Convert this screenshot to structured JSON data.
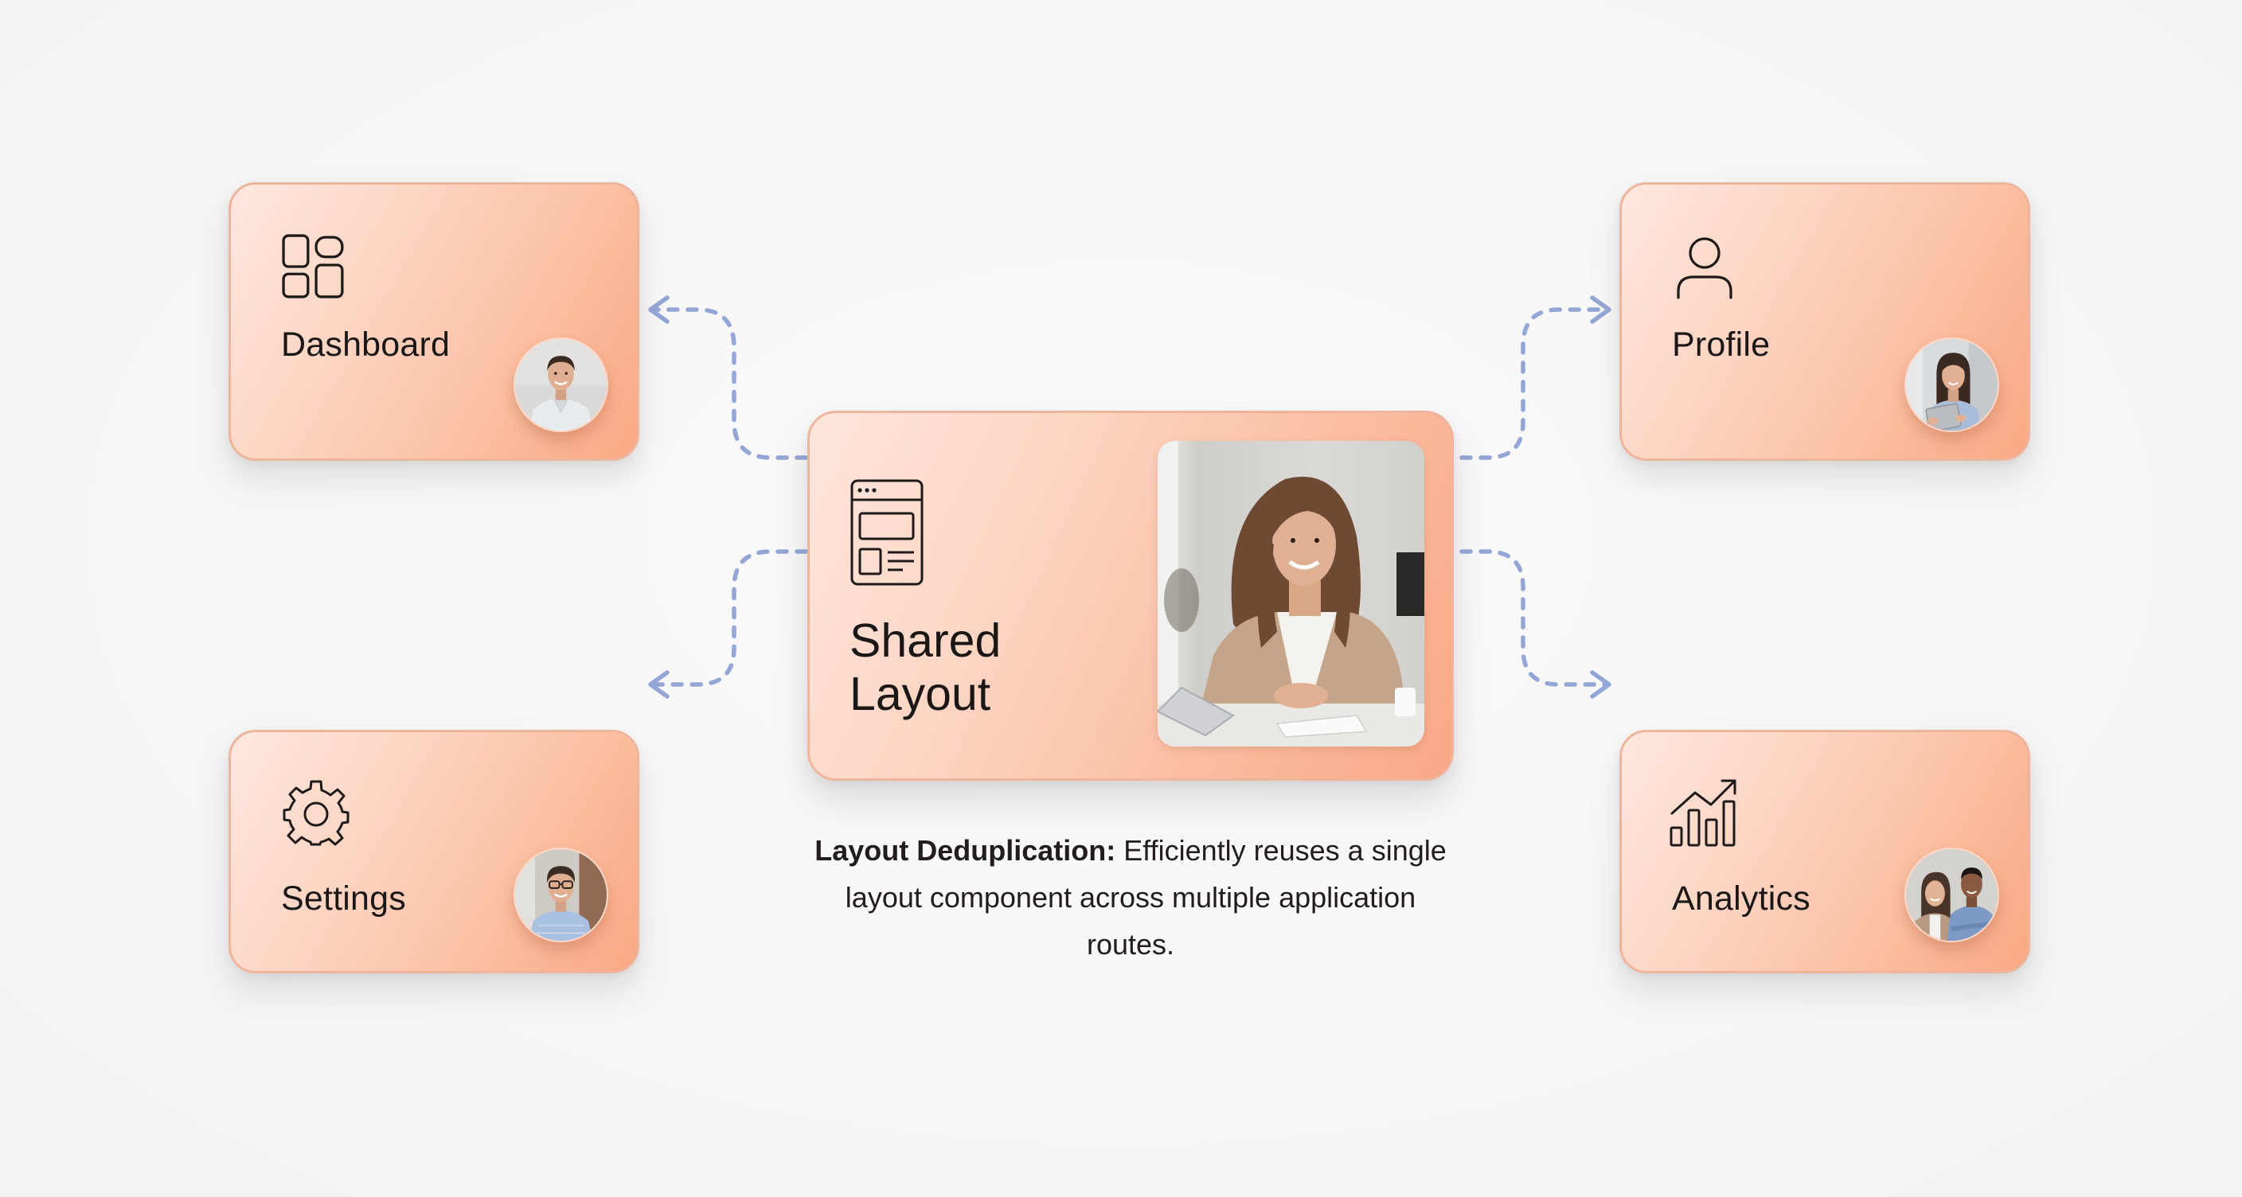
{
  "diagram": {
    "center": {
      "title_line1": "Shared",
      "title_line2": "Layout",
      "icon": "browser-layout-icon",
      "photo": "woman-in-beige-blazer-at-desk"
    },
    "routes": [
      {
        "id": "dashboard",
        "label": "Dashboard",
        "icon": "grid-apps-icon",
        "avatar": "man-white-shirt",
        "direction": "outbound-arrow-left"
      },
      {
        "id": "profile",
        "label": "Profile",
        "icon": "user-icon",
        "avatar": "woman-holding-tablet",
        "direction": "outbound-arrow-right"
      },
      {
        "id": "settings",
        "label": "Settings",
        "icon": "gear-icon",
        "avatar": "man-with-glasses",
        "direction": "outbound-arrow-left"
      },
      {
        "id": "analytics",
        "label": "Analytics",
        "icon": "bar-chart-trend-icon",
        "avatar": "two-colleagues",
        "direction": "outbound-arrow-right"
      }
    ],
    "caption": {
      "bold": "Layout Deduplication:",
      "text": " Efficiently reuses a single layout component across multiple application routes."
    },
    "colors": {
      "card_gradient_start": "#fee8e0",
      "card_gradient_end": "#f9a883",
      "card_border": "#eeb49c",
      "connector": "#94a6d6",
      "background": "#f7f7f8",
      "text": "#1c1717"
    }
  }
}
